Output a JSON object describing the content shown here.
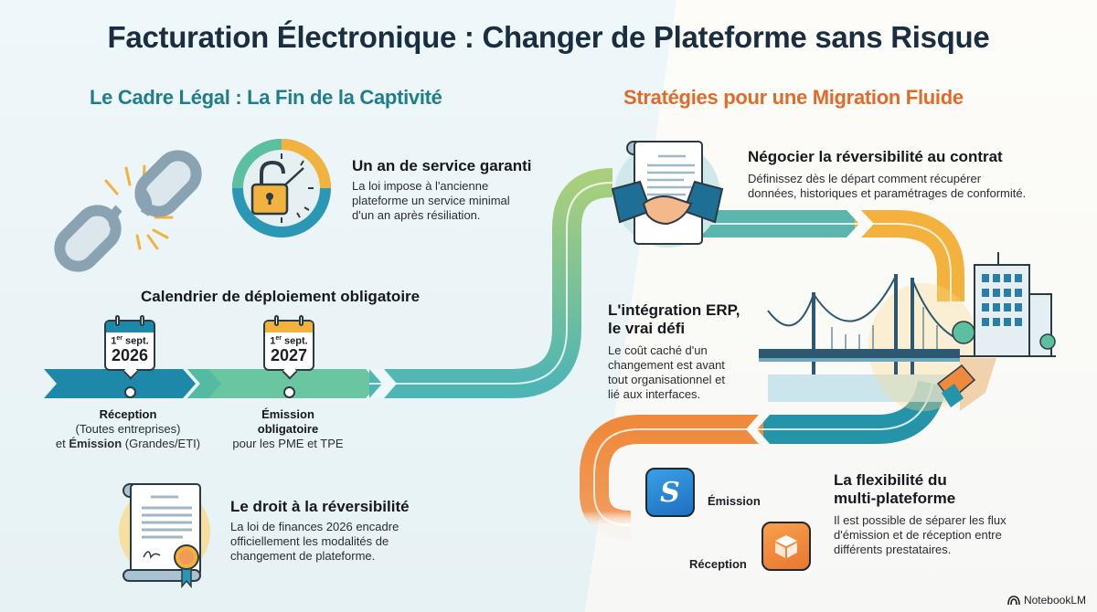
{
  "title": "Facturation Électronique : Changer de Plateforme sans Risque",
  "left_section": {
    "heading": "Le Cadre Légal : La Fin de la Captivité",
    "service": {
      "title": "Un an de service garanti",
      "text_lines": [
        "La loi impose à l'ancienne",
        "plateforme un service minimal",
        "d'un an après résiliation."
      ]
    },
    "timeline": {
      "title": "Calendrier de déploiement obligatoire",
      "milestones": [
        {
          "date_prefix": "1",
          "date_sup": "er",
          "date_month": " sept.",
          "year": "2026",
          "label_bold": "Réception",
          "line2": "(Toutes entreprises)",
          "line3_prefix": "et ",
          "line3_bold": "Émission",
          "line3_suffix": " (Grandes/ETI)",
          "color": "#1e88a8"
        },
        {
          "date_prefix": "1",
          "date_sup": "er",
          "date_month": " sept.",
          "year": "2027",
          "label_bold": "Émission",
          "line2_bold": "obligatoire",
          "line3": "pour les PME et TPE",
          "color": "#f3b23e"
        }
      ]
    },
    "reversibility": {
      "title": "Le droit à la réversibilité",
      "text_lines": [
        "La loi de finances 2026 encadre",
        "officiellement les modalités de",
        "changement de plateforme."
      ]
    }
  },
  "right_section": {
    "heading": "Stratégies pour une Migration Fluide",
    "negotiate": {
      "title": "Négocier la réversibilité au contrat",
      "text_lines": [
        "Définissez dès le départ comment récupérer",
        "données, historiques et paramétrages de conformité."
      ]
    },
    "erp": {
      "title_lines": [
        "L'intégration ERP,",
        "le vrai défi"
      ],
      "text_lines": [
        "Le coût caché d'un",
        "changement est avant",
        "tout organisationnel et",
        "lié aux interfaces."
      ]
    },
    "multi": {
      "title_lines": [
        "La flexibilité du",
        "multi-plateforme"
      ],
      "text_lines": [
        "Il est possible de séparer les flux",
        "d'émission et de réception entre",
        "différents prestataires."
      ],
      "emission_label": "Émission",
      "reception_label": "Réception"
    }
  },
  "colors": {
    "title": "#1b2d40",
    "left_heading": "#1f7d8c",
    "right_heading": "#df6b2b",
    "teal_dark": "#1e88a8",
    "teal_light": "#5cbfa0",
    "yellow": "#f3b23e",
    "orange": "#ef8a3c",
    "blue_icon": "#2b86d6"
  },
  "brand": "NotebookLM"
}
